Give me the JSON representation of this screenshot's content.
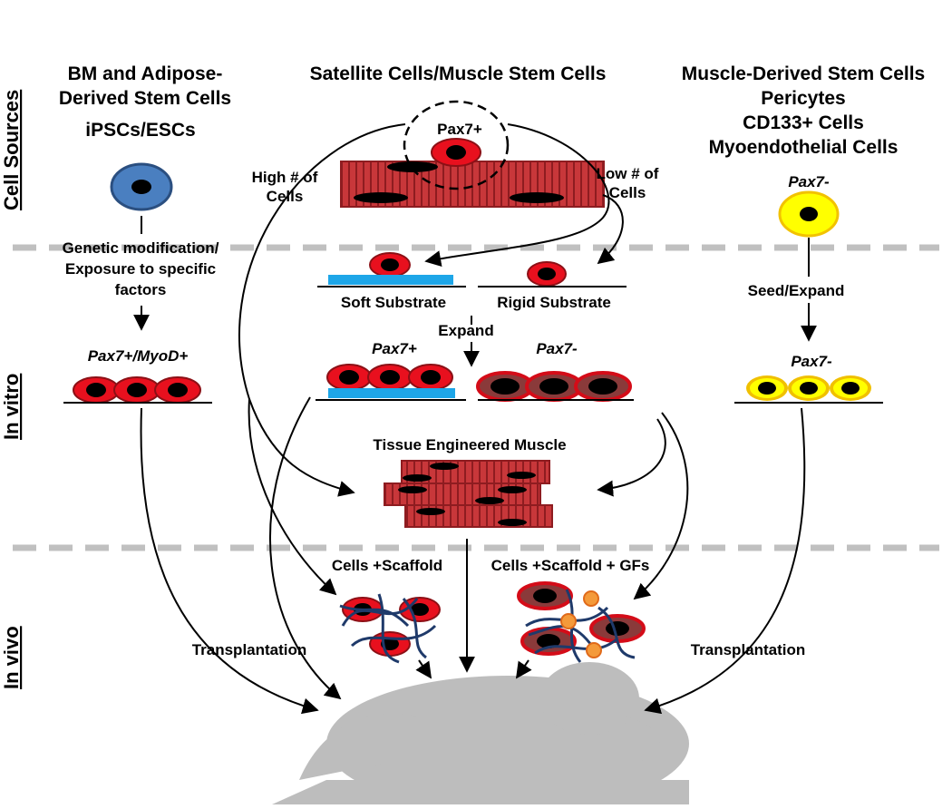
{
  "section_labels": {
    "cell_sources": "Cell Sources",
    "in_vitro": "In vitro",
    "in_vivo": "In vivo"
  },
  "sources": {
    "left_line1": "BM and Adipose-",
    "left_line2": "Derived Stem Cells",
    "left_line3": "iPSCs/ESCs",
    "middle": "Satellite Cells/Muscle Stem Cells",
    "right_line1": "Muscle-Derived Stem Cells",
    "right_line2": "Pericytes",
    "right_line3": "CD133+ Cells",
    "right_line4": "Myoendothelial Cells"
  },
  "labels": {
    "pax7_pos_top": "Pax7+",
    "high_line1": "High # of",
    "high_line2": "Cells",
    "low_line1": "Low # of",
    "low_line2": "Cells",
    "pax7_neg_right_top": "Pax7-",
    "genetic_line1": "Genetic modification/",
    "genetic_line2": "Exposure to specific",
    "genetic_line3": "factors",
    "soft_substrate": "Soft Substrate",
    "rigid_substrate": "Rigid Substrate",
    "seed_expand": "Seed/Expand",
    "expand": "Expand",
    "pax7_myod": "Pax7+/MyoD+",
    "pax7_pos_mid": "Pax7+",
    "pax7_neg_mid": "Pax7-",
    "pax7_neg_right_mid": "Pax7-",
    "tissue_engineered": "Tissue Engineered Muscle",
    "cells_scaffold": "Cells +Scaffold",
    "cells_scaffold_gfs": "Cells +Scaffold + GFs",
    "transplantation_left": "Transplantation",
    "transplantation_right": "Transplantation"
  },
  "colors": {
    "red_cell": "#e8101e",
    "red_dark": "#8c1016",
    "blue_cell": "#4a7fc0",
    "yellow_cell": "#ffff00",
    "yellow_ring": "#f2c200",
    "substrate": "#1ea6e8",
    "muscle_fiber": "#c23a3c",
    "scaffold": "#1f3a6a",
    "gf": "#f49a3a",
    "divider": "#c0c0c0",
    "mouse": "#bdbdbd"
  }
}
